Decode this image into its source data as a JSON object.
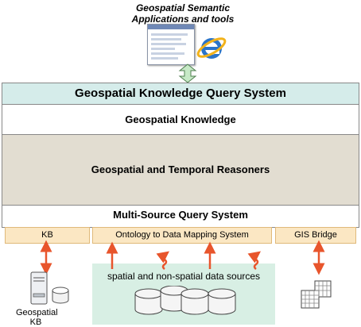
{
  "top": {
    "title_line1": "Geospatial Semantic",
    "title_line2": "Applications and tools"
  },
  "system": {
    "title": "Geospatial Knowledge Query System",
    "layers": {
      "knowledge": "Geospatial Knowledge",
      "reasoners": "Geospatial and Temporal  Reasoners",
      "multi_source": "Multi-Source Query System"
    }
  },
  "components": {
    "kb": "KB",
    "mapping": "Ontology to Data Mapping System",
    "gis": "GIS Bridge"
  },
  "bottom": {
    "kb_label_line1": "Geospatial",
    "kb_label_line2": "KB",
    "data_sources": "spatial and non-spatial data sources"
  },
  "colors": {
    "system_header": "#d5ecea",
    "reasoner_band": "#e2ddd1",
    "component_box": "#fbe7c3",
    "data_area": "#d8efe4",
    "arrow": "#e8552c",
    "green_arrow": "#c6e9c6"
  }
}
